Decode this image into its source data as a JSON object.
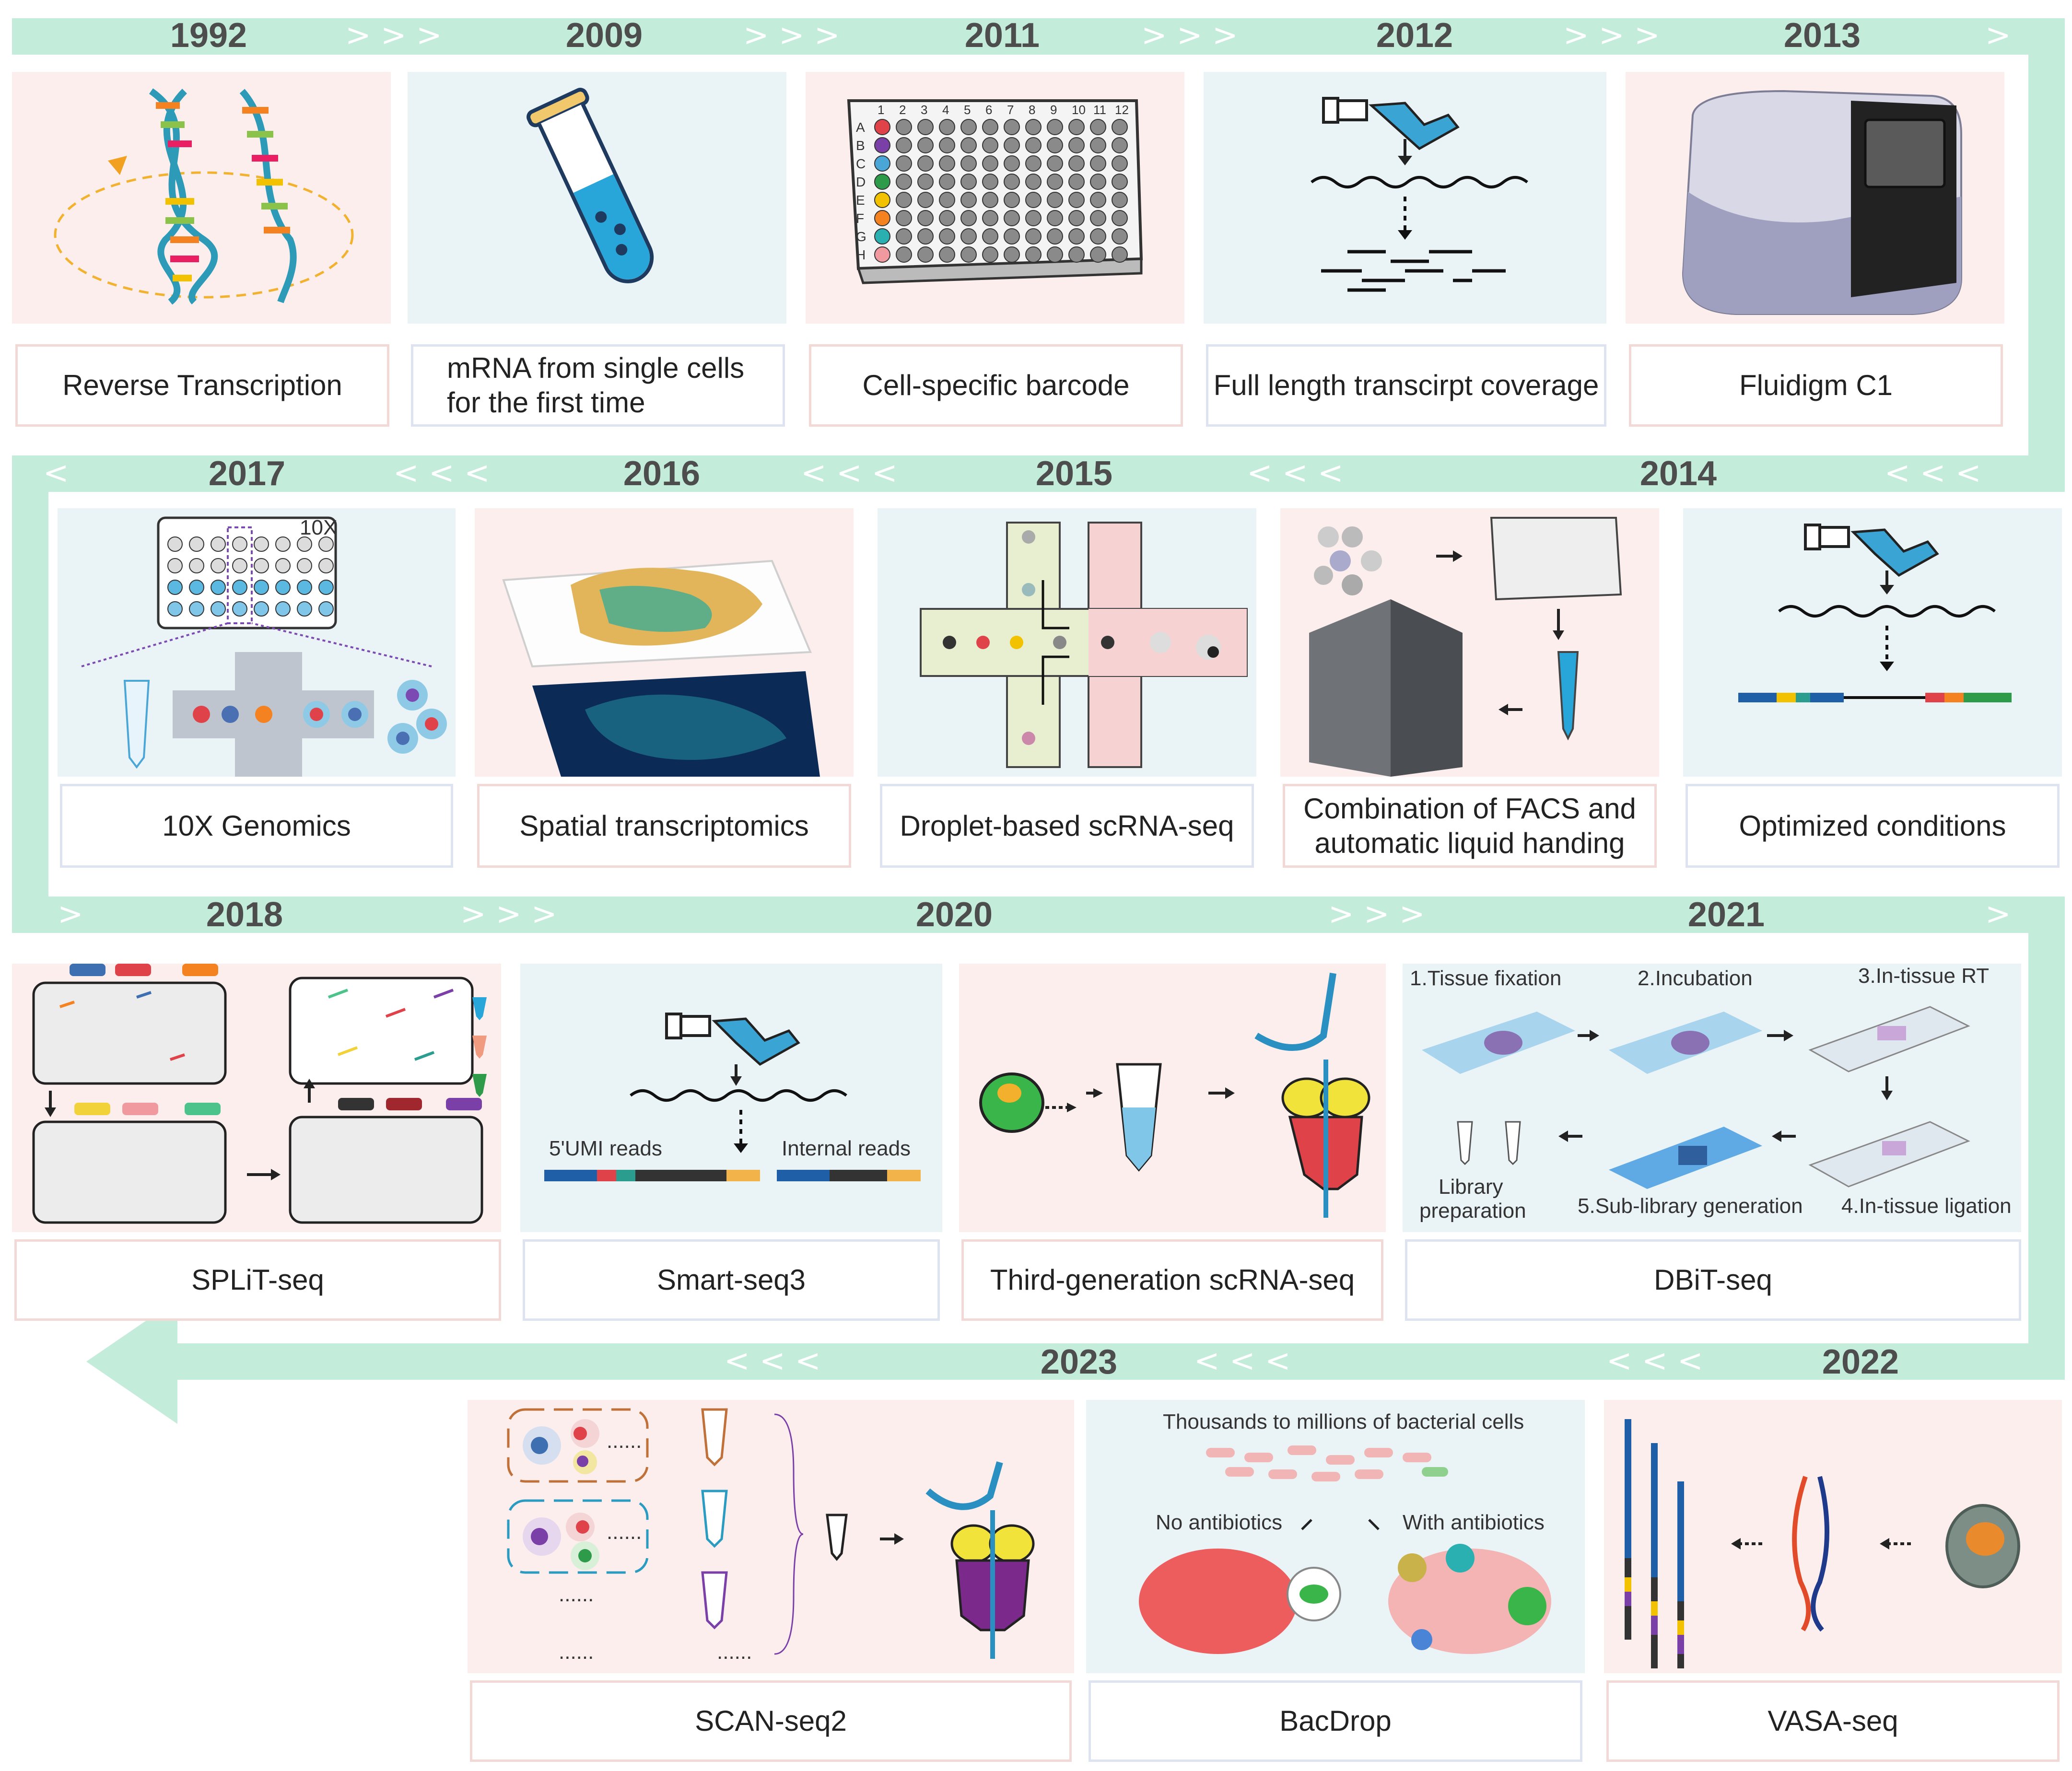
{
  "years": {
    "y1992": "1992",
    "y2009": "2009",
    "y2011": "2011",
    "y2012": "2012",
    "y2013": "2013",
    "y2017": "2017",
    "y2016": "2016",
    "y2015": "2015",
    "y2014": "2014",
    "y2018": "2018",
    "y2020": "2020",
    "y2021": "2021",
    "y2023": "2023",
    "y2022": "2022"
  },
  "labels": {
    "rt": "Reverse Transcription",
    "mrna": "mRNA from single cells\nfor the first time",
    "barcode": "Cell-specific barcode",
    "fulllength": "Full length transcirpt coverage",
    "fluidigm": "Fluidigm C1",
    "tenx": "10X Genomics",
    "spatial": "Spatial transcriptomics",
    "droplet": "Droplet-based scRNA-seq",
    "facs": "Combination of FACS and\nautomatic liquid handing",
    "optimized": "Optimized conditions",
    "split": "SPLiT-seq",
    "smart3": "Smart-seq3",
    "third": "Third-generation scRNA-seq",
    "dbit": "DBiT-seq",
    "scan2": "SCAN-seq2",
    "bacdrop": "BacDrop",
    "vasa": "VASA-seq"
  },
  "annotations": {
    "plate_cols": [
      "1",
      "2",
      "3",
      "4",
      "5",
      "6",
      "7",
      "8",
      "9",
      "10",
      "11",
      "12"
    ],
    "plate_rows": [
      "A",
      "B",
      "C",
      "D",
      "E",
      "F",
      "G",
      "H"
    ],
    "tenx_tag": "10X",
    "smart3_umi": "5'UMI reads",
    "smart3_internal": "Internal reads",
    "dbit_step1": "1.Tissue fixation",
    "dbit_step2": "2.Incubation",
    "dbit_step3": "3.In-tissue RT",
    "dbit_step4": "4.In-tissue ligation",
    "dbit_step5": "5.Sub-library generation",
    "dbit_lib1": "Library",
    "dbit_lib2": "preparation",
    "bac_title": "Thousands to millions of bacterial cells",
    "bac_no": "No antibiotics",
    "bac_with": "With antibiotics",
    "dots": "......"
  },
  "colors": {
    "band": "#c3ecdb",
    "panel_pink": "#fbeeed",
    "panel_blue": "#eaf3f6",
    "accent_blue": "#4aa6d6",
    "accent_red": "#e0424a"
  }
}
